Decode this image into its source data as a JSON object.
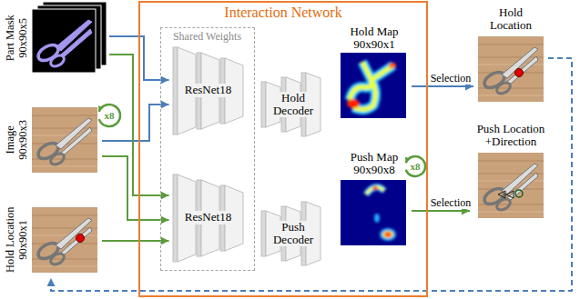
{
  "diagram": {
    "nodes": [
      {
        "text": [
          "Part Mask 90x90x5"
        ]
      },
      {
        "text": [
          "Image 90x90x3"
        ]
      },
      {
        "text": [
          "Hold Location 90x90x1"
        ]
      },
      {
        "text": [
          "Interaction Network"
        ]
      },
      {
        "text": [
          "Shared Weights"
        ],
        "in": 3
      },
      {
        "text": [
          "ResNet18"
        ],
        "in": 4
      },
      {
        "text": [
          "ResNet18"
        ],
        "in": 4
      },
      {
        "text": [
          "Hold Decoder"
        ],
        "in": 3
      },
      {
        "text": [
          "Push Decoder"
        ],
        "in": 3
      },
      {
        "text": [
          "Hold Map 90x90x1"
        ],
        "in": 3
      },
      {
        "text": [
          "Push Map 90x90x8"
        ],
        "in": 3
      },
      {
        "text": [
          "Hold Location"
        ]
      },
      {
        "text": [
          "Push Location +Direction"
        ]
      }
    ],
    "edges": [
      {
        "from": 0,
        "to": 5,
        "arrow": "to"
      },
      {
        "from": 1,
        "to": 5,
        "arrow": "to"
      },
      {
        "from": 0,
        "to": 6,
        "arrow": "to"
      },
      {
        "from": 1,
        "to": 6,
        "arrow": "to"
      },
      {
        "from": 2,
        "to": 6,
        "arrow": "to"
      },
      {
        "from": 9,
        "to": 11,
        "label": "Selection",
        "arrow": "to"
      },
      {
        "from": 10,
        "to": 12,
        "label": "Selection",
        "arrow": "to"
      },
      {
        "from": 11,
        "to": 2,
        "arrow": "to"
      }
    ],
    "labels": [
      "x8",
      "x8"
    ]
  }
}
